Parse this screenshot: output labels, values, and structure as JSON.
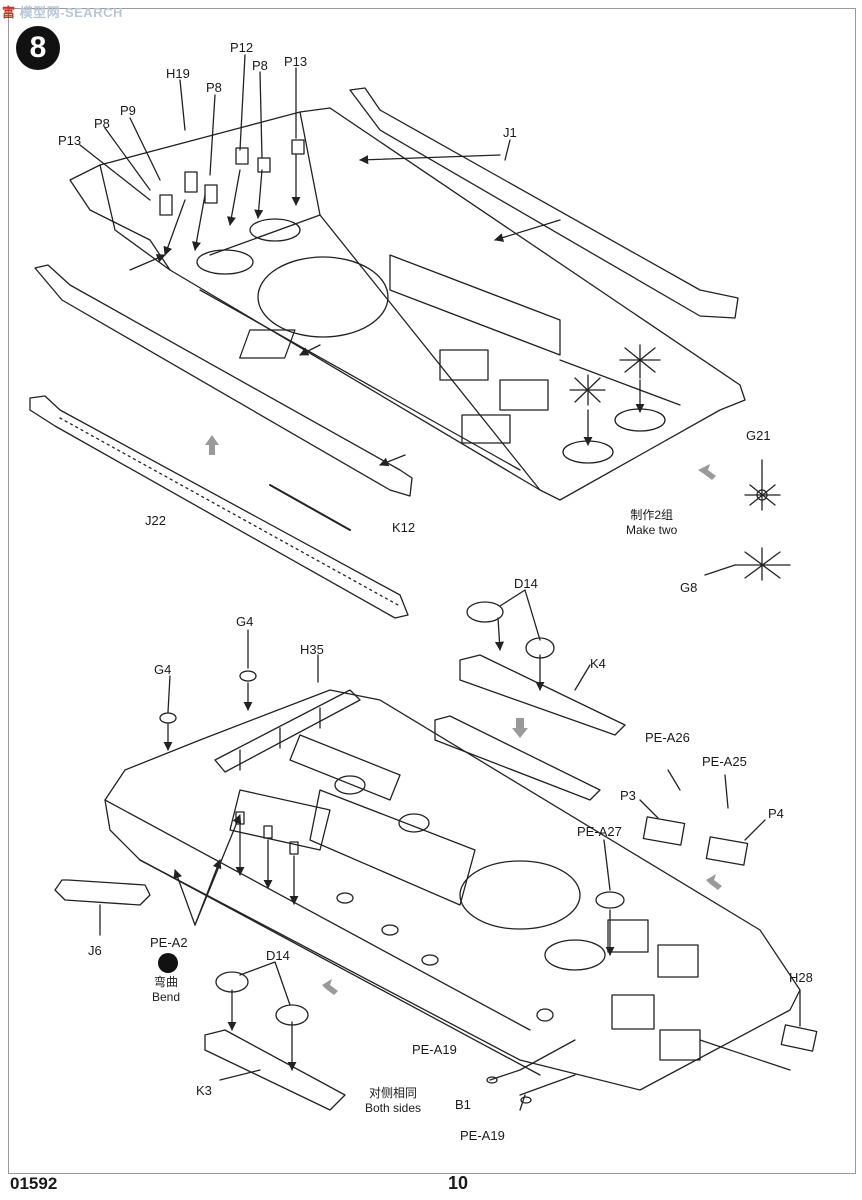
{
  "watermark": {
    "brand": "富",
    "text": "模型网-SEARCH"
  },
  "step_number": "8",
  "labels": {
    "h19": "H19",
    "p12": "P12",
    "p8_a": "P8",
    "p8_b": "P8",
    "p13_top": "P13",
    "p9": "P9",
    "p8_c": "P8",
    "p13_left": "P13",
    "j1": "J1",
    "g21": "G21",
    "g8": "G8",
    "j22": "J22",
    "k12": "K12",
    "g4_a": "G4",
    "g4_b": "G4",
    "h35": "H35",
    "d14_top": "D14",
    "k4": "K4",
    "pea26": "PE-A26",
    "pea25": "PE-A25",
    "p3": "P3",
    "p4": "P4",
    "pea27": "PE-A27",
    "j6": "J6",
    "pea2": "PE-A2",
    "d14_bottom": "D14",
    "h28": "H28",
    "pea19_a": "PE-A19",
    "k3": "K3",
    "b1": "B1",
    "pea19_b": "PE-A19"
  },
  "notes": {
    "make_two_cn": "制作2组",
    "make_two_en": "Make two",
    "bend_cn": "弯曲",
    "bend_en": "Bend",
    "both_sides_cn": "对侧相同",
    "both_sides_en": "Both sides"
  },
  "footer": {
    "code": "01592",
    "page": "10"
  }
}
